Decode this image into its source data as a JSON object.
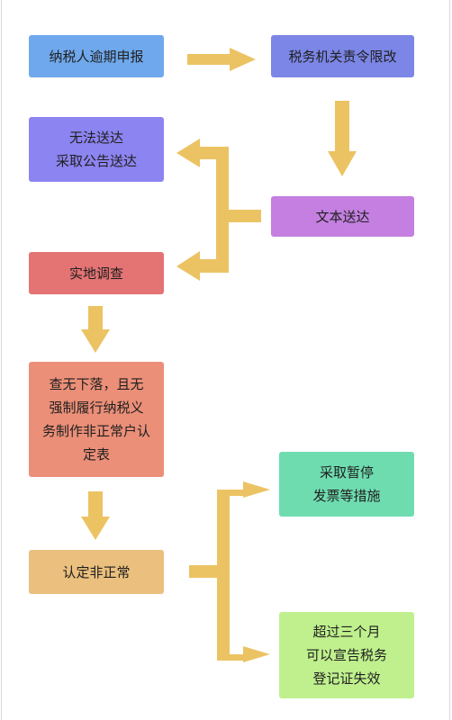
{
  "nodes": {
    "late_filing": {
      "label": "纳税人逾期申报",
      "color": "#6fa8ec"
    },
    "order_correction": {
      "label": "税务机关责令限改",
      "color": "#7b86e6"
    },
    "document_delivery": {
      "label": "文本送达",
      "color": "#c47fe0"
    },
    "cannot_deliver": {
      "label": "无法送达\n采取公告送达",
      "color": "#8c84f0"
    },
    "field_investigation": {
      "label": "实地调查",
      "color": "#e47373"
    },
    "not_found": {
      "label": "查无下落，且无\n强制履行纳税义\n务制作非正常户认\n定表",
      "color": "#eb8f78"
    },
    "abnormal": {
      "label": "认定非正常",
      "color": "#ebbf7e"
    },
    "suspend_invoice": {
      "label": "采取暂停\n发票等措施",
      "color": "#6fdcb0"
    },
    "registration_invalid": {
      "label": "超过三个月\n可以宣告税务\n登记证失效",
      "color": "#bff08d"
    }
  },
  "arrow_color": "#ecc363"
}
